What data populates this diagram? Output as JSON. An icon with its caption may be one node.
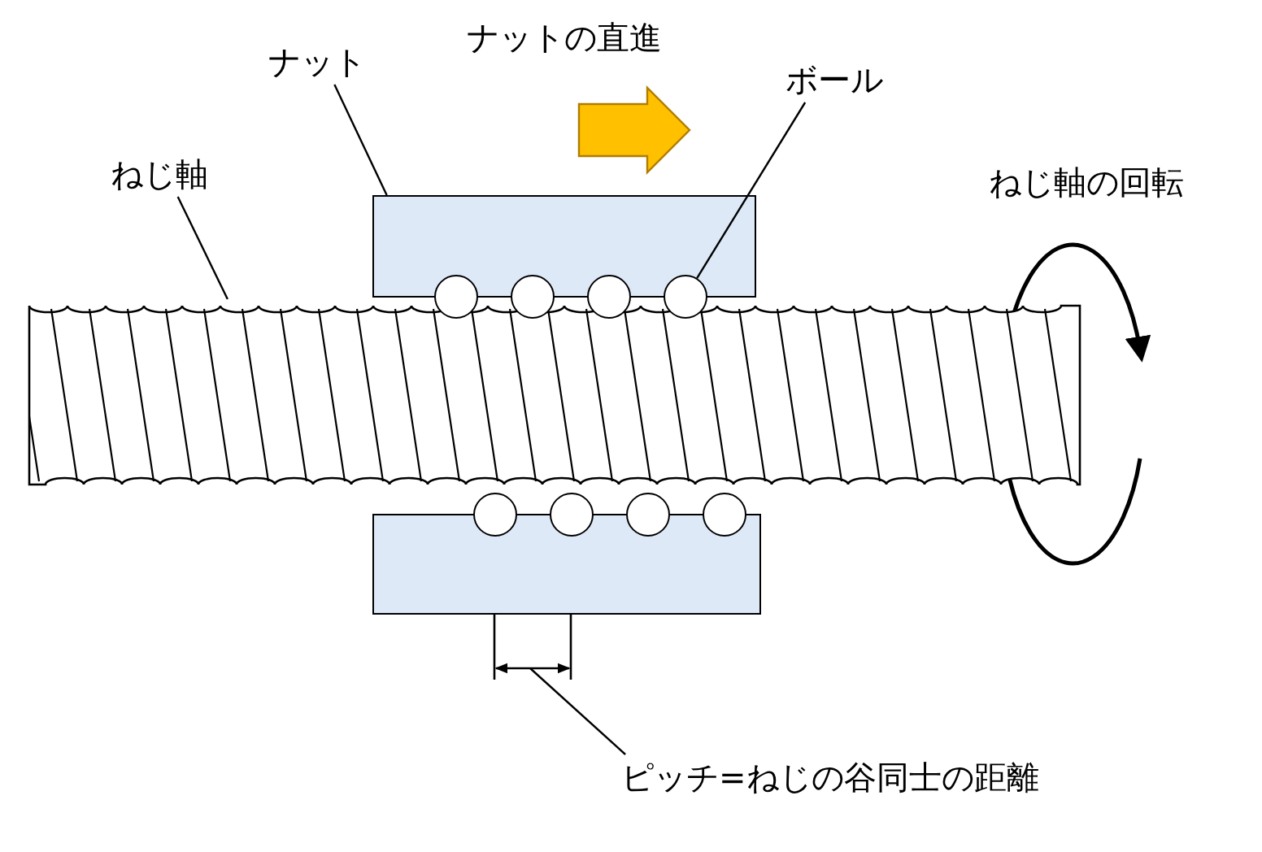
{
  "diagram": {
    "nodes": [
      {
        "text": [
          "ナット"
        ]
      },
      {
        "text": [],
        "shape": "box"
      },
      {
        "text": [
          "ボール"
        ]
      },
      {
        "text": [],
        "shape": "circle"
      },
      {
        "text": [],
        "shape": "circle"
      },
      {
        "text": [],
        "shape": "circle"
      },
      {
        "text": [],
        "shape": "circle"
      },
      {
        "text": [
          "ねじ軸"
        ]
      },
      {
        "text": [],
        "shape": "picture"
      },
      {
        "text": [],
        "shape": "circle"
      },
      {
        "text": [],
        "shape": "circle"
      },
      {
        "text": [],
        "shape": "circle"
      },
      {
        "text": [],
        "shape": "circle"
      },
      {
        "text": [],
        "shape": "box"
      },
      {
        "text": [
          "ピッチ=ねじの谷同士の距離"
        ]
      }
    ],
    "edges": [
      {
        "from": 0,
        "to": 1,
        "arrow": "none"
      },
      {
        "from": 2,
        "to": 6,
        "arrow": "none"
      },
      {
        "from": 7,
        "to": 8,
        "arrow": "none"
      },
      {
        "from": 14,
        "to": null,
        "arrow": "none"
      }
    ],
    "labels": [
      "ナットの直進",
      "ねじ軸の回転"
    ]
  }
}
